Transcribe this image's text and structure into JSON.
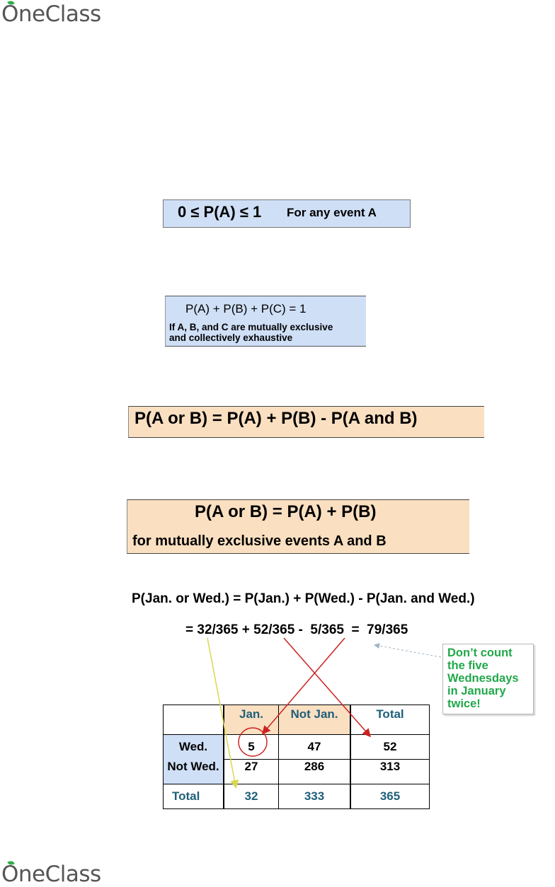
{
  "brand": {
    "logo_text_top": "OneClass",
    "logo_text_bottom": "OneClass"
  },
  "rules": {
    "range": {
      "formula": "0 ≤ P(A) ≤ 1",
      "note": "For any event A"
    },
    "sum": {
      "formula": "P(A) + P(B) + P(C) = 1",
      "note_line1": "If A, B, and C are mutually exclusive",
      "note_line2": "and collectively exhaustive"
    },
    "general_addition": {
      "formula": "P(A or B) = P(A) + P(B) - P(A and B)"
    },
    "exclusive_addition": {
      "formula": "P(A or B) = P(A) + P(B)",
      "note": "for mutually exclusive events A and B"
    }
  },
  "example": {
    "equation": "P(Jan. or Wed.) = P(Jan.) + P(Wed.) - P(Jan. and Wed.)",
    "calculation": "= 32/365 + 52/365 -  5/365  =  79/365",
    "callout": [
      "Don’t count",
      "the five",
      "Wednesdays",
      "in January",
      "twice!"
    ]
  },
  "table": {
    "headers": [
      "",
      "Jan.",
      "Not Jan.",
      "Total"
    ],
    "rows": [
      {
        "label": "Wed.",
        "values": [
          "5",
          "47",
          "52"
        ]
      },
      {
        "label": "Not Wed.",
        "values": [
          "27",
          "286",
          "313"
        ]
      },
      {
        "label": "Total",
        "values": [
          "32",
          "333",
          "365"
        ]
      }
    ]
  },
  "colors": {
    "blue_box": "#cfdff6",
    "peach_box": "#fadfc1",
    "callout_green": "#21a84a",
    "teal_text": "#1f5f7a",
    "arrow_red": "#cc2222",
    "arrow_yellow": "#d8d850"
  }
}
